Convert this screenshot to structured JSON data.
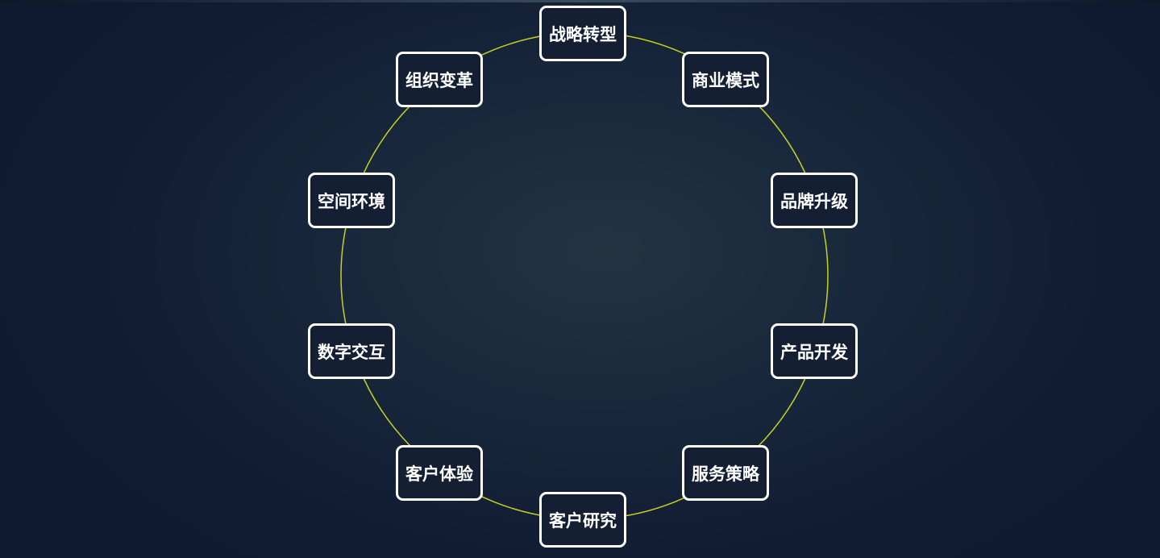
{
  "diagram": {
    "ring_color": "#c8d21e",
    "node_border_color": "#ffffff",
    "background_color": "#16243a",
    "nodes": [
      {
        "id": "strategy-transformation",
        "label": "战略转型"
      },
      {
        "id": "business-model",
        "label": "商业模式"
      },
      {
        "id": "brand-upgrade",
        "label": "品牌升级"
      },
      {
        "id": "product-development",
        "label": "产品开发"
      },
      {
        "id": "service-strategy",
        "label": "服务策略"
      },
      {
        "id": "customer-research",
        "label": "客户研究"
      },
      {
        "id": "customer-experience",
        "label": "客户体验"
      },
      {
        "id": "digital-interaction",
        "label": "数字交互"
      },
      {
        "id": "spatial-environment",
        "label": "空间环境"
      },
      {
        "id": "organizational-change",
        "label": "组织变革"
      }
    ]
  }
}
